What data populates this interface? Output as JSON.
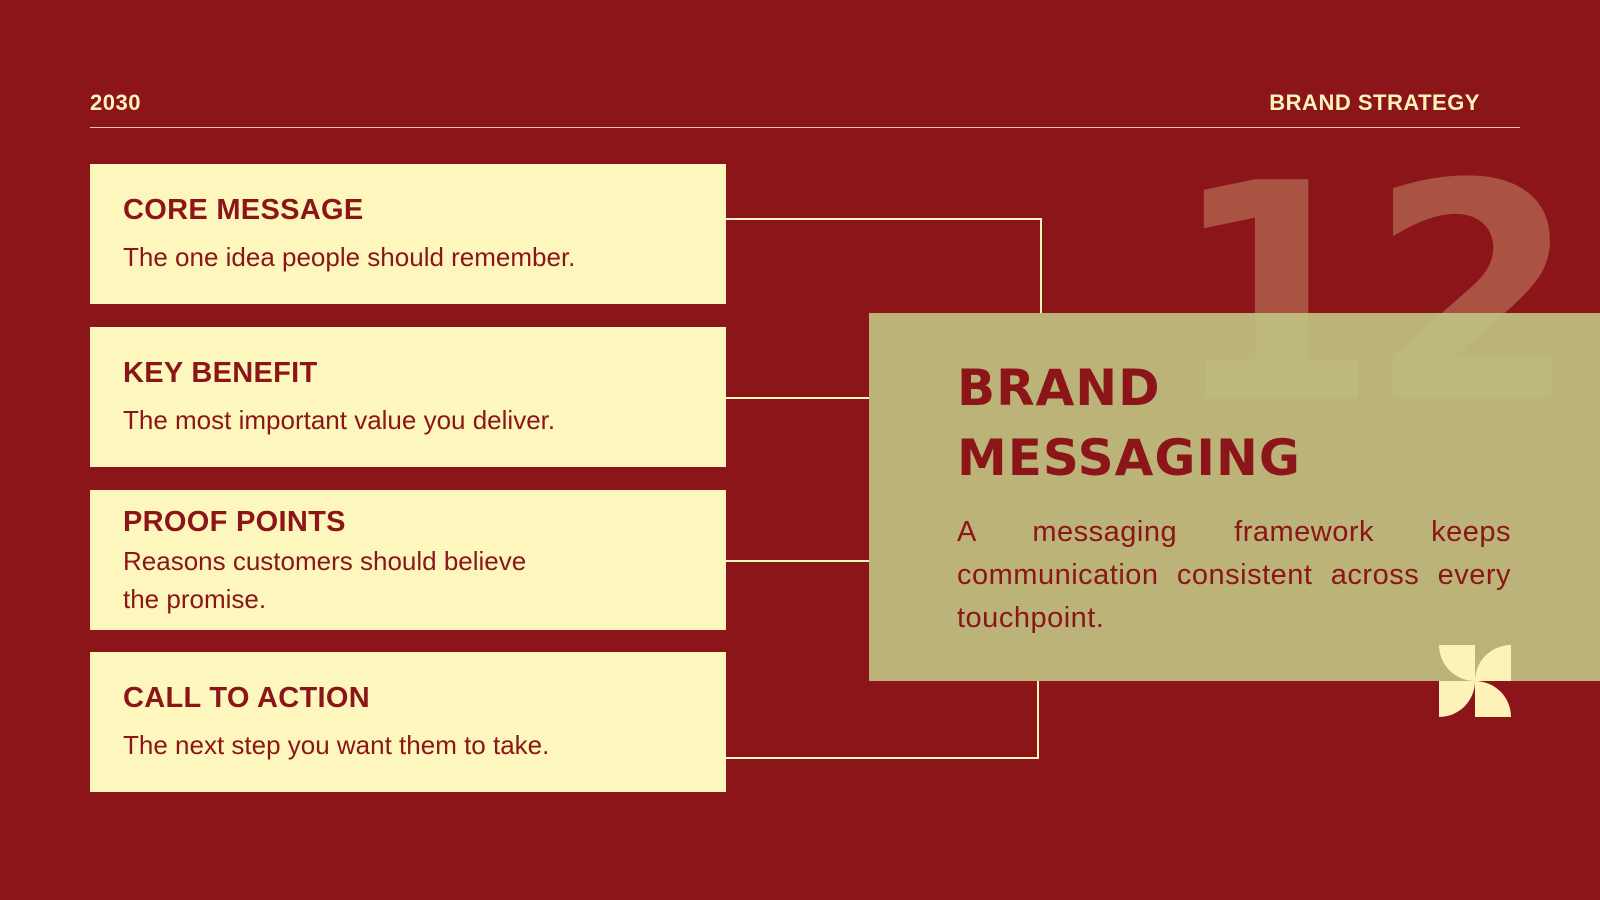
{
  "header": {
    "year": "2030",
    "section": "BRAND STRATEGY"
  },
  "cards": [
    {
      "title": "CORE MESSAGE",
      "description": "The one idea people should remember."
    },
    {
      "title": "KEY BENEFIT",
      "description": "The most important value you deliver."
    },
    {
      "title": "PROOF POINTS",
      "description": "Reasons customers should believe the promise."
    },
    {
      "title": "CALL TO ACTION",
      "description": "The next step you want them to take."
    }
  ],
  "panel": {
    "number": "12",
    "title": "BRAND MESSAGING",
    "text": "A messaging framework keeps communication consistent across every touchpoint."
  },
  "colors": {
    "background": "#8b1518",
    "card": "#fdf6bd",
    "panel": "#bec080",
    "accent": "#fdf3b9"
  },
  "icons": {
    "decoration": "pinwheel-icon"
  }
}
